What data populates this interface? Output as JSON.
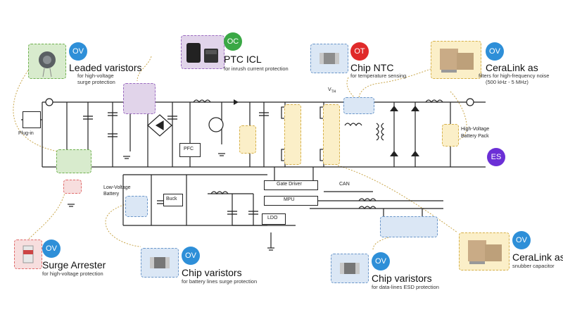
{
  "colors": {
    "ov": "#2e8fd8",
    "oc": "#3aa845",
    "ot": "#e02a2a",
    "es": "#6b2fd6",
    "green_fill": "#d8ebcd",
    "purple_fill": "#e1d4ea",
    "blue_fill": "#dbe7f5",
    "yellow_fill": "#fbefc8",
    "red_fill": "#f7dede",
    "wire": "#222222",
    "leader": "#c9a64b"
  },
  "badges": {
    "leaded_varistors": "OV",
    "ptc_icl": "OC",
    "chip_ntc": "OT",
    "ceralink_filters": "OV",
    "surge_arrester": "OV",
    "chip_varistors_battery": "OV",
    "chip_varistors_data": "OV",
    "ceralink_snubber": "OV",
    "es": "ES"
  },
  "callouts": {
    "leaded_varistors": {
      "title": "Leaded varistors",
      "sub1": "for high-voltage",
      "sub2": "surge protection"
    },
    "ptc_icl": {
      "title": "PTC ICL",
      "sub1": "for inrush current protection"
    },
    "chip_ntc": {
      "title": "Chip NTC",
      "sub1": "for temperature sensing"
    },
    "ceralink_filters": {
      "title": "CeraLink as",
      "sub1": "filters for high-frequency noise",
      "sub2": "(500 kHz - 5 MHz)"
    },
    "surge_arrester": {
      "title": "Surge Arrester",
      "sub1": "for high-voltage protection"
    },
    "chip_varistors_battery": {
      "title": "Chip varistors",
      "sub1": "for battery lines surge protection"
    },
    "chip_varistors_data": {
      "title": "Chip varistors",
      "sub1": "for data-lines ESD protection"
    },
    "ceralink_snubber": {
      "title": "CeraLink as",
      "sub1": "snubber capacitor"
    }
  },
  "labels": {
    "plug_in": "Plug-in",
    "pfc": "PFC",
    "vth": "V",
    "vth_sub": "TH",
    "hv_battery_1": "High-Voltage",
    "hv_battery_2": "Battery Pack",
    "lv_battery_1": "Low-Voltage",
    "lv_battery_2": "Battery",
    "buck": "Buck",
    "gate_driver": "Gate  Driver",
    "mpu": "MPU",
    "ldo": "LDO",
    "can": "CAN"
  }
}
